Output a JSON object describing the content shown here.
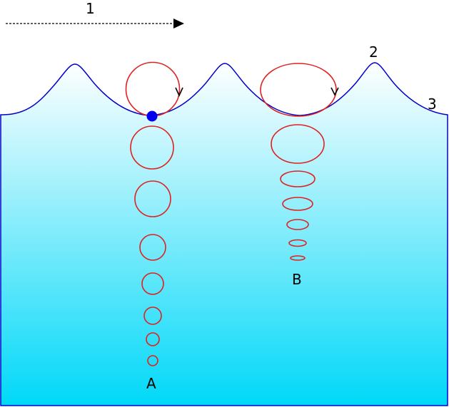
{
  "labels": {
    "direction": "1",
    "crest": "2",
    "surface": "3",
    "deep_column": "A",
    "shallow_column": "B"
  },
  "colors": {
    "water_top": "#ffffff",
    "water_bottom": "#00d8f8",
    "surface_line": "#0000cc",
    "orbit": "#dd2222",
    "particle": "#0000ee",
    "arrow": "#000000"
  },
  "icons": {
    "direction_arrow": "dashed-arrow-right",
    "orbit_direction": "chevron-down"
  }
}
